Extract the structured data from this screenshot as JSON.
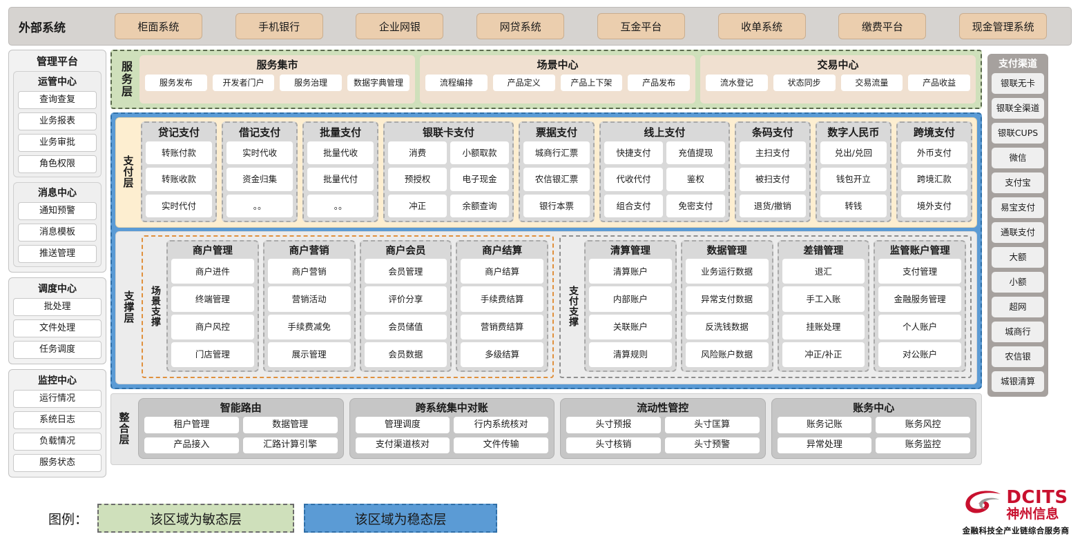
{
  "external": {
    "title": "外部系统",
    "items": [
      "柜面系统",
      "手机银行",
      "企业网银",
      "网贷系统",
      "互金平台",
      "收单系统",
      "缴费平台",
      "现金管理系统"
    ]
  },
  "management": {
    "title": "管理平台",
    "sections": [
      {
        "title": "运管中心",
        "items": [
          "查询查复",
          "业务报表",
          "业务审批",
          "角色权限"
        ]
      },
      {
        "title": "消息中心",
        "items": [
          "通知预警",
          "消息模板",
          "推送管理"
        ]
      }
    ],
    "standalone": [
      {
        "title": "调度中心",
        "items": [
          "批处理",
          "文件处理",
          "任务调度"
        ]
      },
      {
        "title": "监控中心",
        "items": [
          "运行情况",
          "系统日志",
          "负载情况",
          "服务状态"
        ]
      }
    ]
  },
  "service_layer": {
    "tag": "服务层",
    "groups": [
      {
        "title": "服务集市",
        "items": [
          "服务发布",
          "开发者门户",
          "服务治理",
          "数据字典管理"
        ]
      },
      {
        "title": "场景中心",
        "items": [
          "流程编排",
          "产品定义",
          "产品上下架",
          "产品发布"
        ]
      },
      {
        "title": "交易中心",
        "items": [
          "流水登记",
          "状态同步",
          "交易流量",
          "产品收益"
        ]
      }
    ]
  },
  "payment_layer": {
    "tag": "支付层",
    "groups": [
      {
        "title": "贷记支付",
        "cols": 1,
        "items": [
          "转账付款",
          "转账收款",
          "实时代付"
        ]
      },
      {
        "title": "借记支付",
        "cols": 1,
        "items": [
          "实时代收",
          "资金归集",
          "。。"
        ]
      },
      {
        "title": "批量支付",
        "cols": 1,
        "items": [
          "批量代收",
          "批量代付",
          "。。"
        ]
      },
      {
        "title": "银联卡支付",
        "cols": 2,
        "items": [
          "消费",
          "小额取款",
          "预授权",
          "电子现金",
          "冲正",
          "余额查询"
        ]
      },
      {
        "title": "票据支付",
        "cols": 1,
        "items": [
          "城商行汇票",
          "农信银汇票",
          "银行本票"
        ]
      },
      {
        "title": "线上支付",
        "cols": 2,
        "items": [
          "快捷支付",
          "充值提现",
          "代收代付",
          "鉴权",
          "组合支付",
          "免密支付"
        ]
      },
      {
        "title": "条码支付",
        "cols": 1,
        "items": [
          "主扫支付",
          "被扫支付",
          "退货/撤销"
        ]
      },
      {
        "title": "数字人民币",
        "cols": 1,
        "items": [
          "兑出/兑回",
          "钱包开立",
          "转钱"
        ]
      },
      {
        "title": "跨境支付",
        "cols": 1,
        "items": [
          "外币支付",
          "跨境汇款",
          "境外支付"
        ]
      }
    ]
  },
  "support_layer": {
    "tag": "支撑层",
    "panels": [
      {
        "tag": "场景支撑",
        "style": "scene",
        "groups": [
          {
            "title": "商户管理",
            "items": [
              "商户进件",
              "终端管理",
              "商户风控",
              "门店管理"
            ]
          },
          {
            "title": "商户营销",
            "items": [
              "商户营销",
              "营销活动",
              "手续费减免",
              "展示管理"
            ]
          },
          {
            "title": "商户会员",
            "items": [
              "会员管理",
              "评价分享",
              "会员储值",
              "会员数据"
            ]
          },
          {
            "title": "商户结算",
            "items": [
              "商户结算",
              "手续费结算",
              "营销费结算",
              "多级结算"
            ]
          }
        ]
      },
      {
        "tag": "支付支撑",
        "style": "paysup",
        "groups": [
          {
            "title": "清算管理",
            "items": [
              "清算账户",
              "内部账户",
              "关联账户",
              "清算规则"
            ]
          },
          {
            "title": "数据管理",
            "items": [
              "业务运行数据",
              "异常支付数据",
              "反洗钱数据",
              "风险账户数据"
            ]
          },
          {
            "title": "差错管理",
            "items": [
              "退汇",
              "手工入账",
              "挂账处理",
              "冲正/补正"
            ]
          },
          {
            "title": "监管账户管理",
            "items": [
              "支付管理",
              "金融服务管理",
              "个人账户",
              "对公账户"
            ]
          }
        ]
      }
    ]
  },
  "integration_layer": {
    "tag": "整合层",
    "groups": [
      {
        "title": "智能路由",
        "items": [
          "租户管理",
          "数据管理",
          "产品接入",
          "汇路计算引擎"
        ]
      },
      {
        "title": "跨系统集中对账",
        "items": [
          "管理调度",
          "行内系统核对",
          "支付渠道核对",
          "文件传输"
        ]
      },
      {
        "title": "流动性管控",
        "items": [
          "头寸预报",
          "头寸匡算",
          "头寸核销",
          "头寸预警"
        ]
      },
      {
        "title": "账务中心",
        "items": [
          "账务记账",
          "账务风控",
          "异常处理",
          "账务监控"
        ]
      }
    ]
  },
  "channels": {
    "title": "支付渠道",
    "items": [
      "银联无卡",
      "银联全渠道",
      "银联CUPS",
      "微信",
      "支付宝",
      "易宝支付",
      "通联支付",
      "大额",
      "小额",
      "超网",
      "城商行",
      "农信银",
      "城银清算"
    ]
  },
  "legend": {
    "label": "图例：",
    "agile": "该区域为敏态层",
    "stable": "该区域为稳态层",
    "agile_color": "#cfe0bb",
    "stable_color": "#5b9bd5"
  },
  "logo": {
    "en": "DCITS",
    "cn": "神州信息",
    "tagline": "金融科技全产业链综合服务商",
    "color": "#c8102e"
  }
}
